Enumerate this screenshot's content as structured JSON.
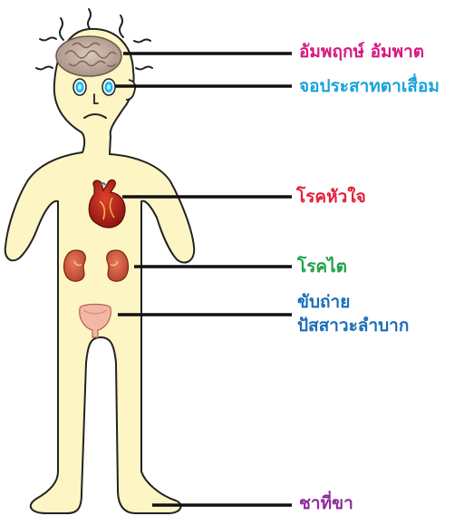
{
  "labels": {
    "stroke": "อัมพฤกษ์ อัมพาต",
    "retina": "จอประสาทตาเสื่อม",
    "heart": "โรคหัวใจ",
    "kidney": "โรคไต",
    "bladder_line1": "ขับถ่าย",
    "bladder_line2": "ปัสสาวะลำบาก",
    "numb": "ชาที่ขา"
  },
  "colors": {
    "stroke": "#d6197f",
    "retina": "#1aa3d9",
    "heart": "#e21f3a",
    "kidney": "#1ea04a",
    "bladder": "#1a6db8",
    "numb": "#8e2a9c",
    "body_fill": "#fdf5c4",
    "outline": "#222222"
  },
  "icons": [
    "brain-icon",
    "eye-icon",
    "heart-organ-icon",
    "kidney-icon",
    "bladder-icon"
  ]
}
